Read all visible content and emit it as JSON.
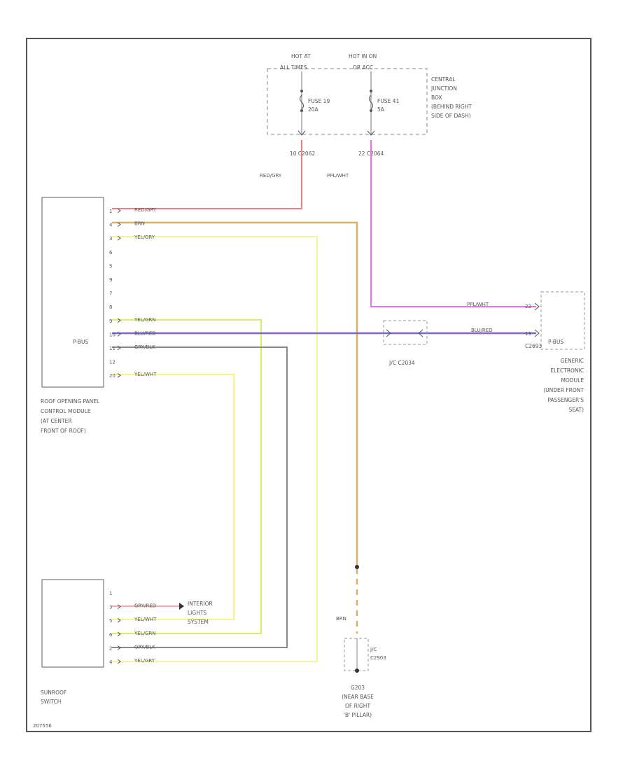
{
  "fuse_box": {
    "hot_at_left": "HOT AT",
    "hot_at_left_2": "ALL TIMES",
    "hot_at_right": "HOT IN ON",
    "hot_at_right_2": "OR ACC",
    "fuse_left_1": "FUSE 19",
    "fuse_left_2": "20A",
    "fuse_right_1": "FUSE 41",
    "fuse_right_2": "5A",
    "cjb_lines": [
      "CENTRAL",
      "JUNCTION",
      "BOX",
      "(BEHIND RIGHT",
      "SIDE OF DASH)"
    ],
    "conn_left": "10  C2062",
    "conn_right": "22  C2064"
  },
  "roof_module": {
    "bus_label": "P-BUS",
    "name_lines": [
      "ROOF OPENING PANEL",
      "CONTROL MODULE",
      "(AT CENTER",
      "FRONT OF ROOF)"
    ],
    "pins": [
      "1",
      "4",
      "3",
      "6",
      "5",
      "9",
      "7",
      "8",
      "9",
      "10",
      "11",
      "12",
      "20"
    ],
    "wires": [
      "RED/GRY",
      "BRN",
      "YEL/GRY",
      "",
      "",
      "",
      "",
      "",
      "YEL/GRN",
      "BLU/RED",
      "GRY/BLK",
      "",
      "YEL/WHT"
    ]
  },
  "wire_top": {
    "left": "RED/GRY",
    "right": "PPL/WHT"
  },
  "gem": {
    "wire_top": "PPL/WHT",
    "wire_mid": "BLU/RED",
    "pin_top": "22",
    "pin_mid": "13",
    "bus_label": "P-BUS",
    "conn": "C2693",
    "name_lines": [
      "GENERIC",
      "ELECTRONIC",
      "MODULE",
      "(UNDER FRONT",
      "PASSENGER'S",
      "SEAT)"
    ]
  },
  "junction": {
    "label": "J/C C2034"
  },
  "sunroof_switch": {
    "name_lines": [
      "SUNROOF",
      "SWITCH"
    ],
    "pins": [
      "1",
      "3",
      "5",
      "6",
      "2",
      "4"
    ],
    "wires": [
      "GRY/RED",
      "YEL/WHT",
      "YEL/GRN",
      "GRY/BLK",
      "YEL/GRY"
    ]
  },
  "interior_lights": {
    "lines": [
      "INTERIOR",
      "LIGHTS",
      "SYSTEM"
    ]
  },
  "ground": {
    "wire": "BRN",
    "splice_lines": [
      "J/C",
      "C2903"
    ],
    "name_lines": [
      "G203",
      "(NEAR BASE",
      "OF RIGHT",
      "'B' PILLAR)"
    ]
  },
  "figure_id": "207556",
  "colors": {
    "red_gry": "#f08080",
    "brn": "#d8b06a",
    "yel_gry": "#f2f59a",
    "yel_grn": "#d7f066",
    "blu_red": "#8064c8",
    "gry_blk": "#8a8a8a",
    "yel_wht": "#f6f58a",
    "ppl_wht": "#f070f0",
    "gry_red": "#f2a6a6"
  }
}
